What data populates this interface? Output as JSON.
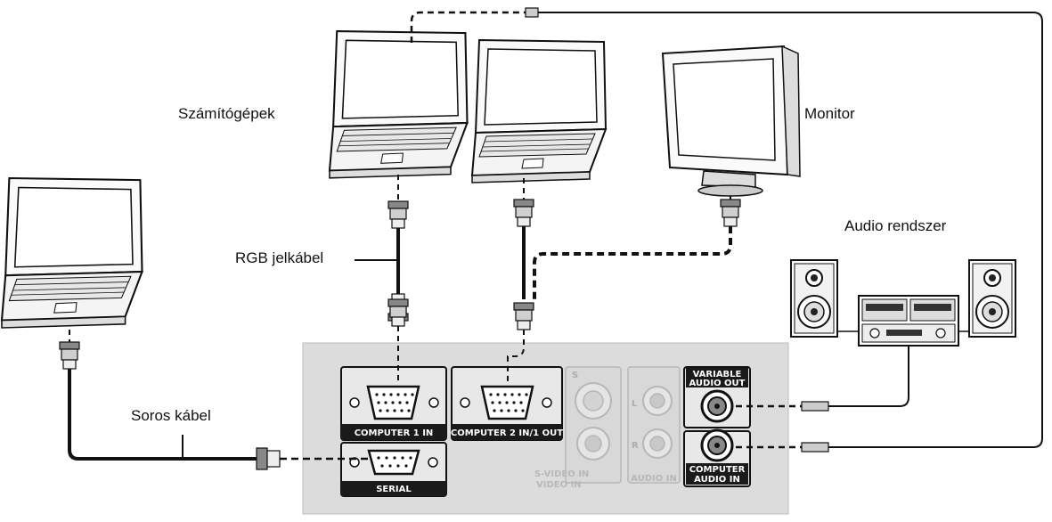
{
  "labels": {
    "computers": "Számítógépek",
    "monitor": "Monitor",
    "audio_system": "Audio rendszer",
    "rgb_cable": "RGB jelkábel",
    "serial_cable": "Soros kábel"
  },
  "ports": {
    "computer1_in": "COMPUTER 1 IN",
    "computer2_in_out": "COMPUTER 2 IN/1 OUT",
    "serial": "SERIAL",
    "s_video_in": "S-VIDEO IN",
    "video_in": "VIDEO IN",
    "audio_in": "AUDIO IN",
    "variable_audio_out_1": "VARIABLE",
    "variable_audio_out_2": "AUDIO OUT",
    "computer_audio_in_1": "COMPUTER",
    "computer_audio_in_2": "AUDIO IN",
    "s_mark": "S",
    "l_mark": "L",
    "r_mark": "R"
  },
  "colors": {
    "panel": "#dcdcdc",
    "panel_dark": "#a8a8a8",
    "line": "#111111",
    "port_label_bg": "#1a1a1a"
  }
}
